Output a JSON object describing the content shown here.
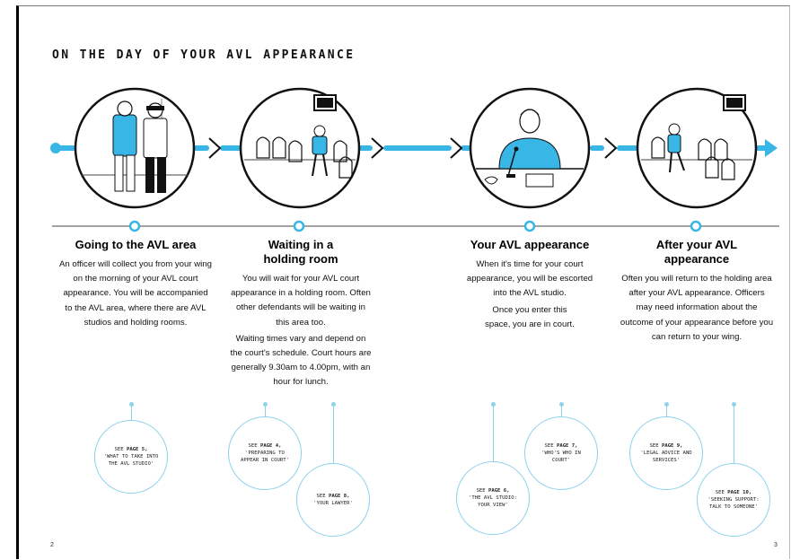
{
  "page": {
    "title": "ON THE DAY OF YOUR AVL APPEARANCE",
    "page_left": "2",
    "page_right": "3"
  },
  "colors": {
    "accent": "#38b6e6",
    "accent_light": "#8fd2ec",
    "ink": "#111111"
  },
  "steps": [
    {
      "title": "Going to the AVL area",
      "paragraphs": [
        "An officer will collect you from your wing on the morning of your AVL court appearance. You will be accompanied to the AVL area, where there are AVL studios and holding rooms."
      ]
    },
    {
      "title": "Waiting in a holding room",
      "paragraphs": [
        "You will wait for your AVL court appearance in a holding room. Often other defendants will be waiting in this area too.",
        "Waiting times vary and depend on the court's schedule. Court hours are generally 9.30am to 4.00pm, with an hour for lunch."
      ]
    },
    {
      "title": "Your AVL appearance",
      "paragraphs": [
        "When it's time for your court appearance, you will be escorted into the AVL studio.",
        "Once you enter this space, you are in court."
      ]
    },
    {
      "title": "After your AVL appearance",
      "paragraphs": [
        "Often you will return to the holding area after your AVL appearance. Officers may need information about the outcome of your appearance before you can return to your wing."
      ]
    }
  ],
  "refs": [
    {
      "see": "SEE ",
      "page": "PAGE 5,",
      "text": "'WHAT TO TAKE INTO THE AVL STUDIO'"
    },
    {
      "see": "SEE ",
      "page": "PAGE 4,",
      "text": "'PREPARING TO APPEAR IN COURT'"
    },
    {
      "see": "SEE ",
      "page": "PAGE 8,",
      "text": "'YOUR LAWYER'"
    },
    {
      "see": "SEE ",
      "page": "PAGE 6,",
      "text": "'THE AVL STUDIO: YOUR VIEW'"
    },
    {
      "see": "SEE ",
      "page": "PAGE 7,",
      "text": "'WHO'S WHO IN COURT'"
    },
    {
      "see": "SEE ",
      "page": "PAGE 9,",
      "text": "'LEGAL ADVICE AND SERVICES'"
    },
    {
      "see": "SEE ",
      "page": "PAGE 10,",
      "text": "'SEEKING SUPPORT: TALK TO SOMEONE'"
    }
  ]
}
